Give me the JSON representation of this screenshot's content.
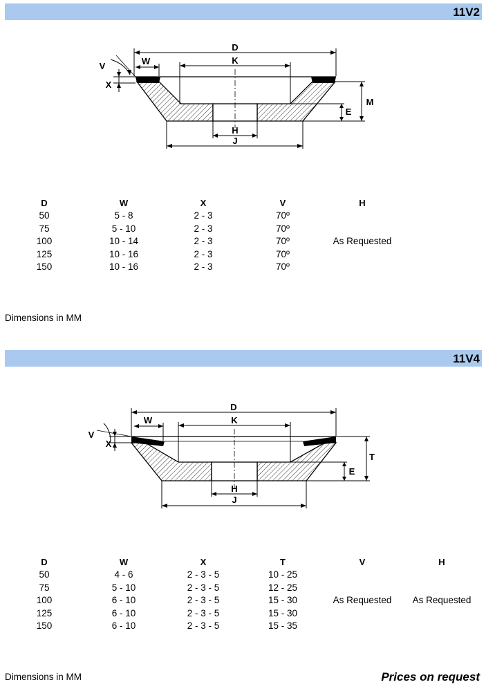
{
  "section1": {
    "code": "11V2",
    "diagram_labels": {
      "D": "D",
      "K": "K",
      "W": "W",
      "V": "V",
      "X": "X",
      "M": "M",
      "E": "E",
      "H": "H",
      "J": "J"
    },
    "headers": [
      "D",
      "W",
      "X",
      "V",
      "H"
    ],
    "rows": [
      [
        "50",
        "5 - 8",
        "2 - 3",
        "70º",
        ""
      ],
      [
        "75",
        "5 - 10",
        "2 - 3",
        "70º",
        ""
      ],
      [
        "100",
        "10 - 14",
        "2 - 3",
        "70º",
        "As Requested"
      ],
      [
        "125",
        "10 - 16",
        "2 - 3",
        "70º",
        ""
      ],
      [
        "150",
        "10 - 16",
        "2 - 3",
        "70º",
        ""
      ]
    ],
    "note": "Dimensions in MM"
  },
  "section2": {
    "code": "11V4",
    "diagram_labels": {
      "D": "D",
      "K": "K",
      "W": "W",
      "V": "V",
      "X": "X",
      "T": "T",
      "E": "E",
      "H": "H",
      "J": "J"
    },
    "headers": [
      "D",
      "W",
      "X",
      "T",
      "V",
      "H"
    ],
    "rows": [
      [
        "50",
        "4 - 6",
        "2 - 3 - 5",
        "10 - 25",
        "",
        ""
      ],
      [
        "75",
        "5 - 10",
        "2 - 3 - 5",
        "12 - 25",
        "",
        ""
      ],
      [
        "100",
        "6 - 10",
        "2 - 3 - 5",
        "15 - 30",
        "As Requested",
        "As Requested"
      ],
      [
        "125",
        "6 - 10",
        "2 - 3 - 5",
        "15 - 30",
        "",
        ""
      ],
      [
        "150",
        "6 - 10",
        "2 - 3 - 5",
        "15 - 35",
        "",
        ""
      ]
    ],
    "note": "Dimensions in MM"
  },
  "footer": {
    "prices": "Prices on request"
  }
}
